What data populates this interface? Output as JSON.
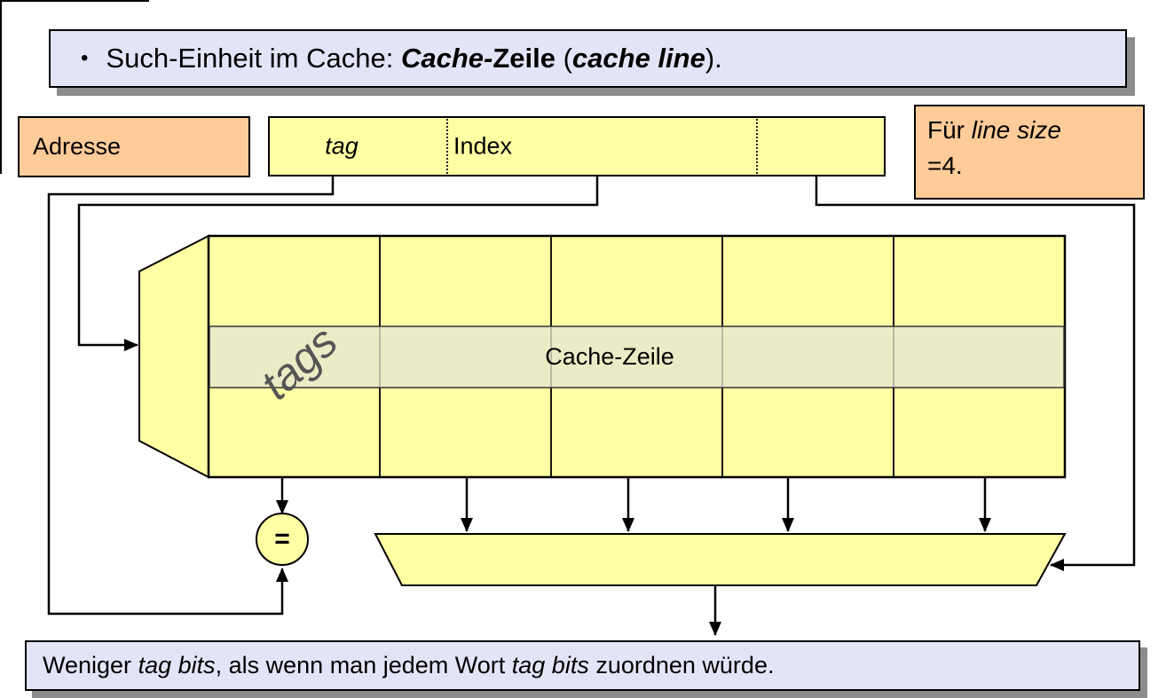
{
  "title": {
    "bullet": "•",
    "segments": [
      {
        "text": "Such-Einheit im Cache: ",
        "style": "r"
      },
      {
        "text": "Cache-",
        "style": "bi"
      },
      {
        "text": "Zeile",
        "style": "b"
      },
      {
        "text": " (",
        "style": "r"
      },
      {
        "text": "cache line",
        "style": "bi"
      },
      {
        "text": ").",
        "style": "r"
      }
    ]
  },
  "address_box": {
    "label": "Adresse"
  },
  "address_register": {
    "tag_label": "tag",
    "index_label": "Index",
    "offset_label": ""
  },
  "line_size_note": {
    "segments": [
      {
        "text": "Für ",
        "style": "r"
      },
      {
        "text": "line size",
        "style": "i"
      }
    ],
    "line2": "=4."
  },
  "cache_array": {
    "tags_label": "tags",
    "row_label": "Cache-Zeile",
    "columns": 5,
    "rows": 3
  },
  "comparator": {
    "label": "="
  },
  "bottom_note": {
    "segments": [
      {
        "text": "Weniger ",
        "style": "r"
      },
      {
        "text": "tag bits",
        "style": "i"
      },
      {
        "text": ", als wenn man jedem Wort ",
        "style": "r"
      },
      {
        "text": "tag bits",
        "style": "i"
      },
      {
        "text": " zuordnen würde.",
        "style": "r"
      }
    ]
  },
  "colors": {
    "yellow": "#ffffa3",
    "orange": "#ffcc99",
    "lavender": "#e4e4f8",
    "row_highlight": "#ebebc6",
    "shadow": "#8c8c8c",
    "line": "#000000",
    "tags_text": "#555555"
  }
}
